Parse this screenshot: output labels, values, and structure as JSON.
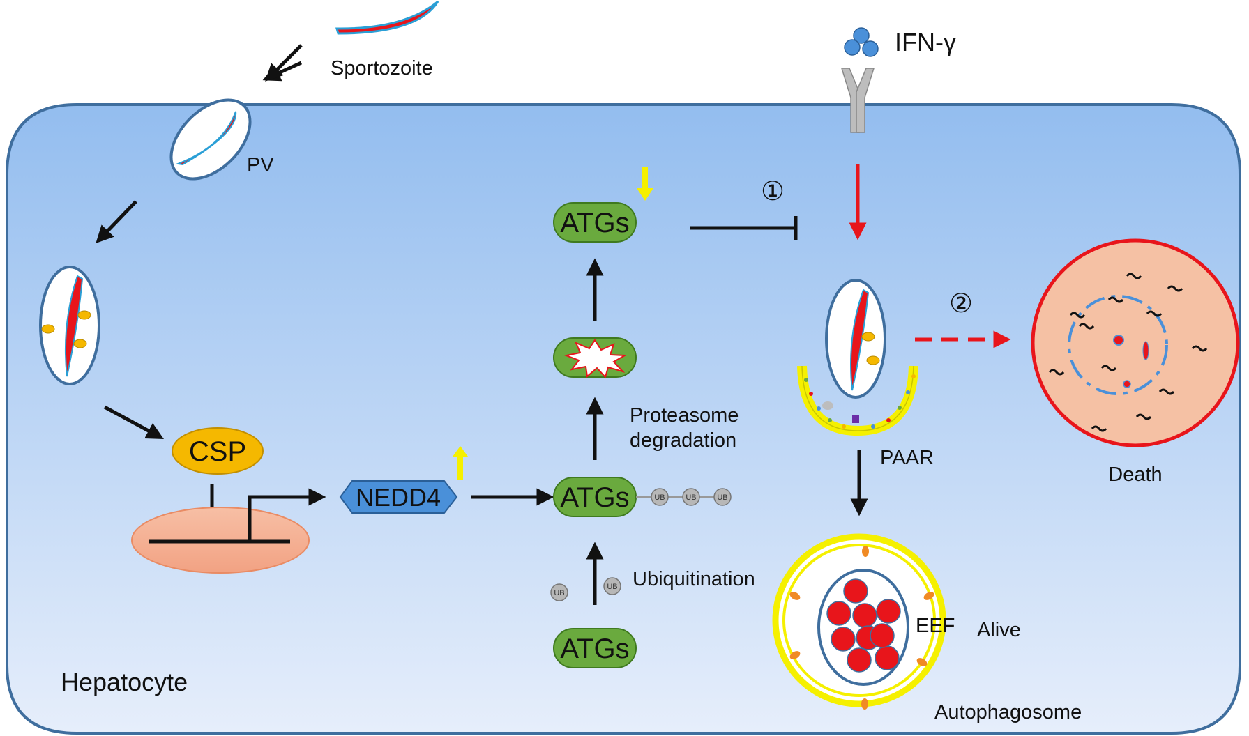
{
  "labels": {
    "sporozoite": "Sportozoite",
    "pv": "PV",
    "csp": "CSP",
    "nedd4": "NEDD4",
    "atgs_top": "ATGs",
    "atgs_mid": "ATGs",
    "atgs_bottom": "ATGs",
    "proteasome": "Proteasome",
    "degradation": "degradation",
    "ubiquitination": "Ubiquitination",
    "ifn": "IFN-γ",
    "paar": "PAAR",
    "death": "Death",
    "eef": "EEF",
    "alive": "Alive",
    "autophagosome": "Autophagosome",
    "hepatocyte": "Hepatocyte",
    "ub": "UB",
    "step1": "①",
    "step2": "②"
  },
  "colors": {
    "cell_fill_top": "#93bdef",
    "cell_fill_bottom": "#e6eefb",
    "cell_border": "#3f6e9e",
    "csp_fill": "#f5b800",
    "nedd4_fill": "#4a90d9",
    "atgs_fill": "#6aaa3e",
    "nucleus_fill": "#f4a98a",
    "death_fill": "#f5c1a4",
    "death_border": "#e8151b",
    "autophagosome_ring": "#f5f000",
    "up_arrow": "#f5f000",
    "ifn_arrow": "#e8151b",
    "parasite_red": "#e8151b",
    "ub_gray": "#b7b7b7"
  }
}
